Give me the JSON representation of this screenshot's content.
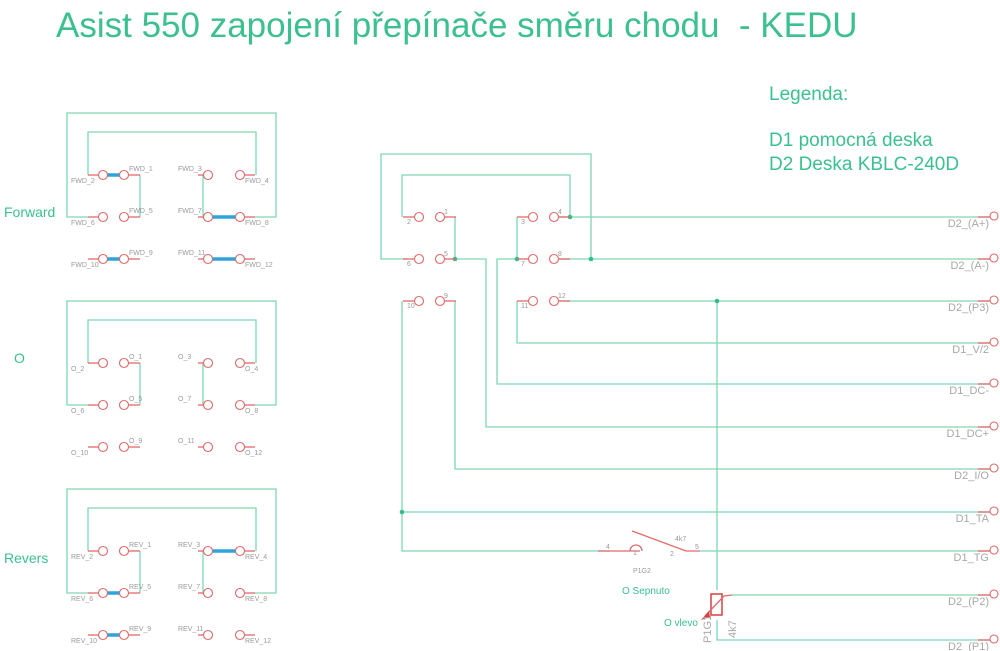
{
  "title": "Asist 550 zapojení přepínače směru chodu  - KEDU",
  "legend": {
    "heading": "Legenda:",
    "items": [
      "D1 pomocná deska",
      "D2 Deska KBLC-240D"
    ]
  },
  "blocks": [
    {
      "name": "Forward",
      "prefix": "FWD_",
      "bridges": [
        [
          2,
          1
        ],
        [
          7,
          8
        ],
        [
          10,
          9
        ],
        [
          11,
          12
        ]
      ]
    },
    {
      "name": "O",
      "prefix": "O_",
      "bridges": []
    },
    {
      "name": "Revers",
      "prefix": "REV_",
      "bridges": [
        [
          6,
          5
        ],
        [
          3,
          4
        ],
        [
          10,
          9
        ]
      ]
    }
  ],
  "center_pins": [
    "1",
    "2",
    "3",
    "4",
    "5",
    "6",
    "7",
    "8",
    "9",
    "10",
    "11",
    "12"
  ],
  "terminals": [
    "D2_(A+)",
    "D2_(A-)",
    "D2_(P3)",
    "D1_V/2",
    "D1_DC-",
    "D1_DC+",
    "D2_I/O",
    "D1_TA",
    "D1_TG",
    "D2_(P2)",
    "D2_(P1)"
  ],
  "switch": {
    "pin_left": "4",
    "pin_mid": "1",
    "pin_2": "2",
    "pin_right": "5",
    "value": "4k7",
    "name": "P1G2",
    "note": "O Sepnuto"
  },
  "pot": {
    "name": "P1G1",
    "value": "4k7",
    "note": "O vlevo"
  },
  "colors": {
    "accent": "#3cc08f",
    "wire": "#7dd8b5",
    "pin": "#e06a6a",
    "bridge": "#2ea3dc"
  }
}
